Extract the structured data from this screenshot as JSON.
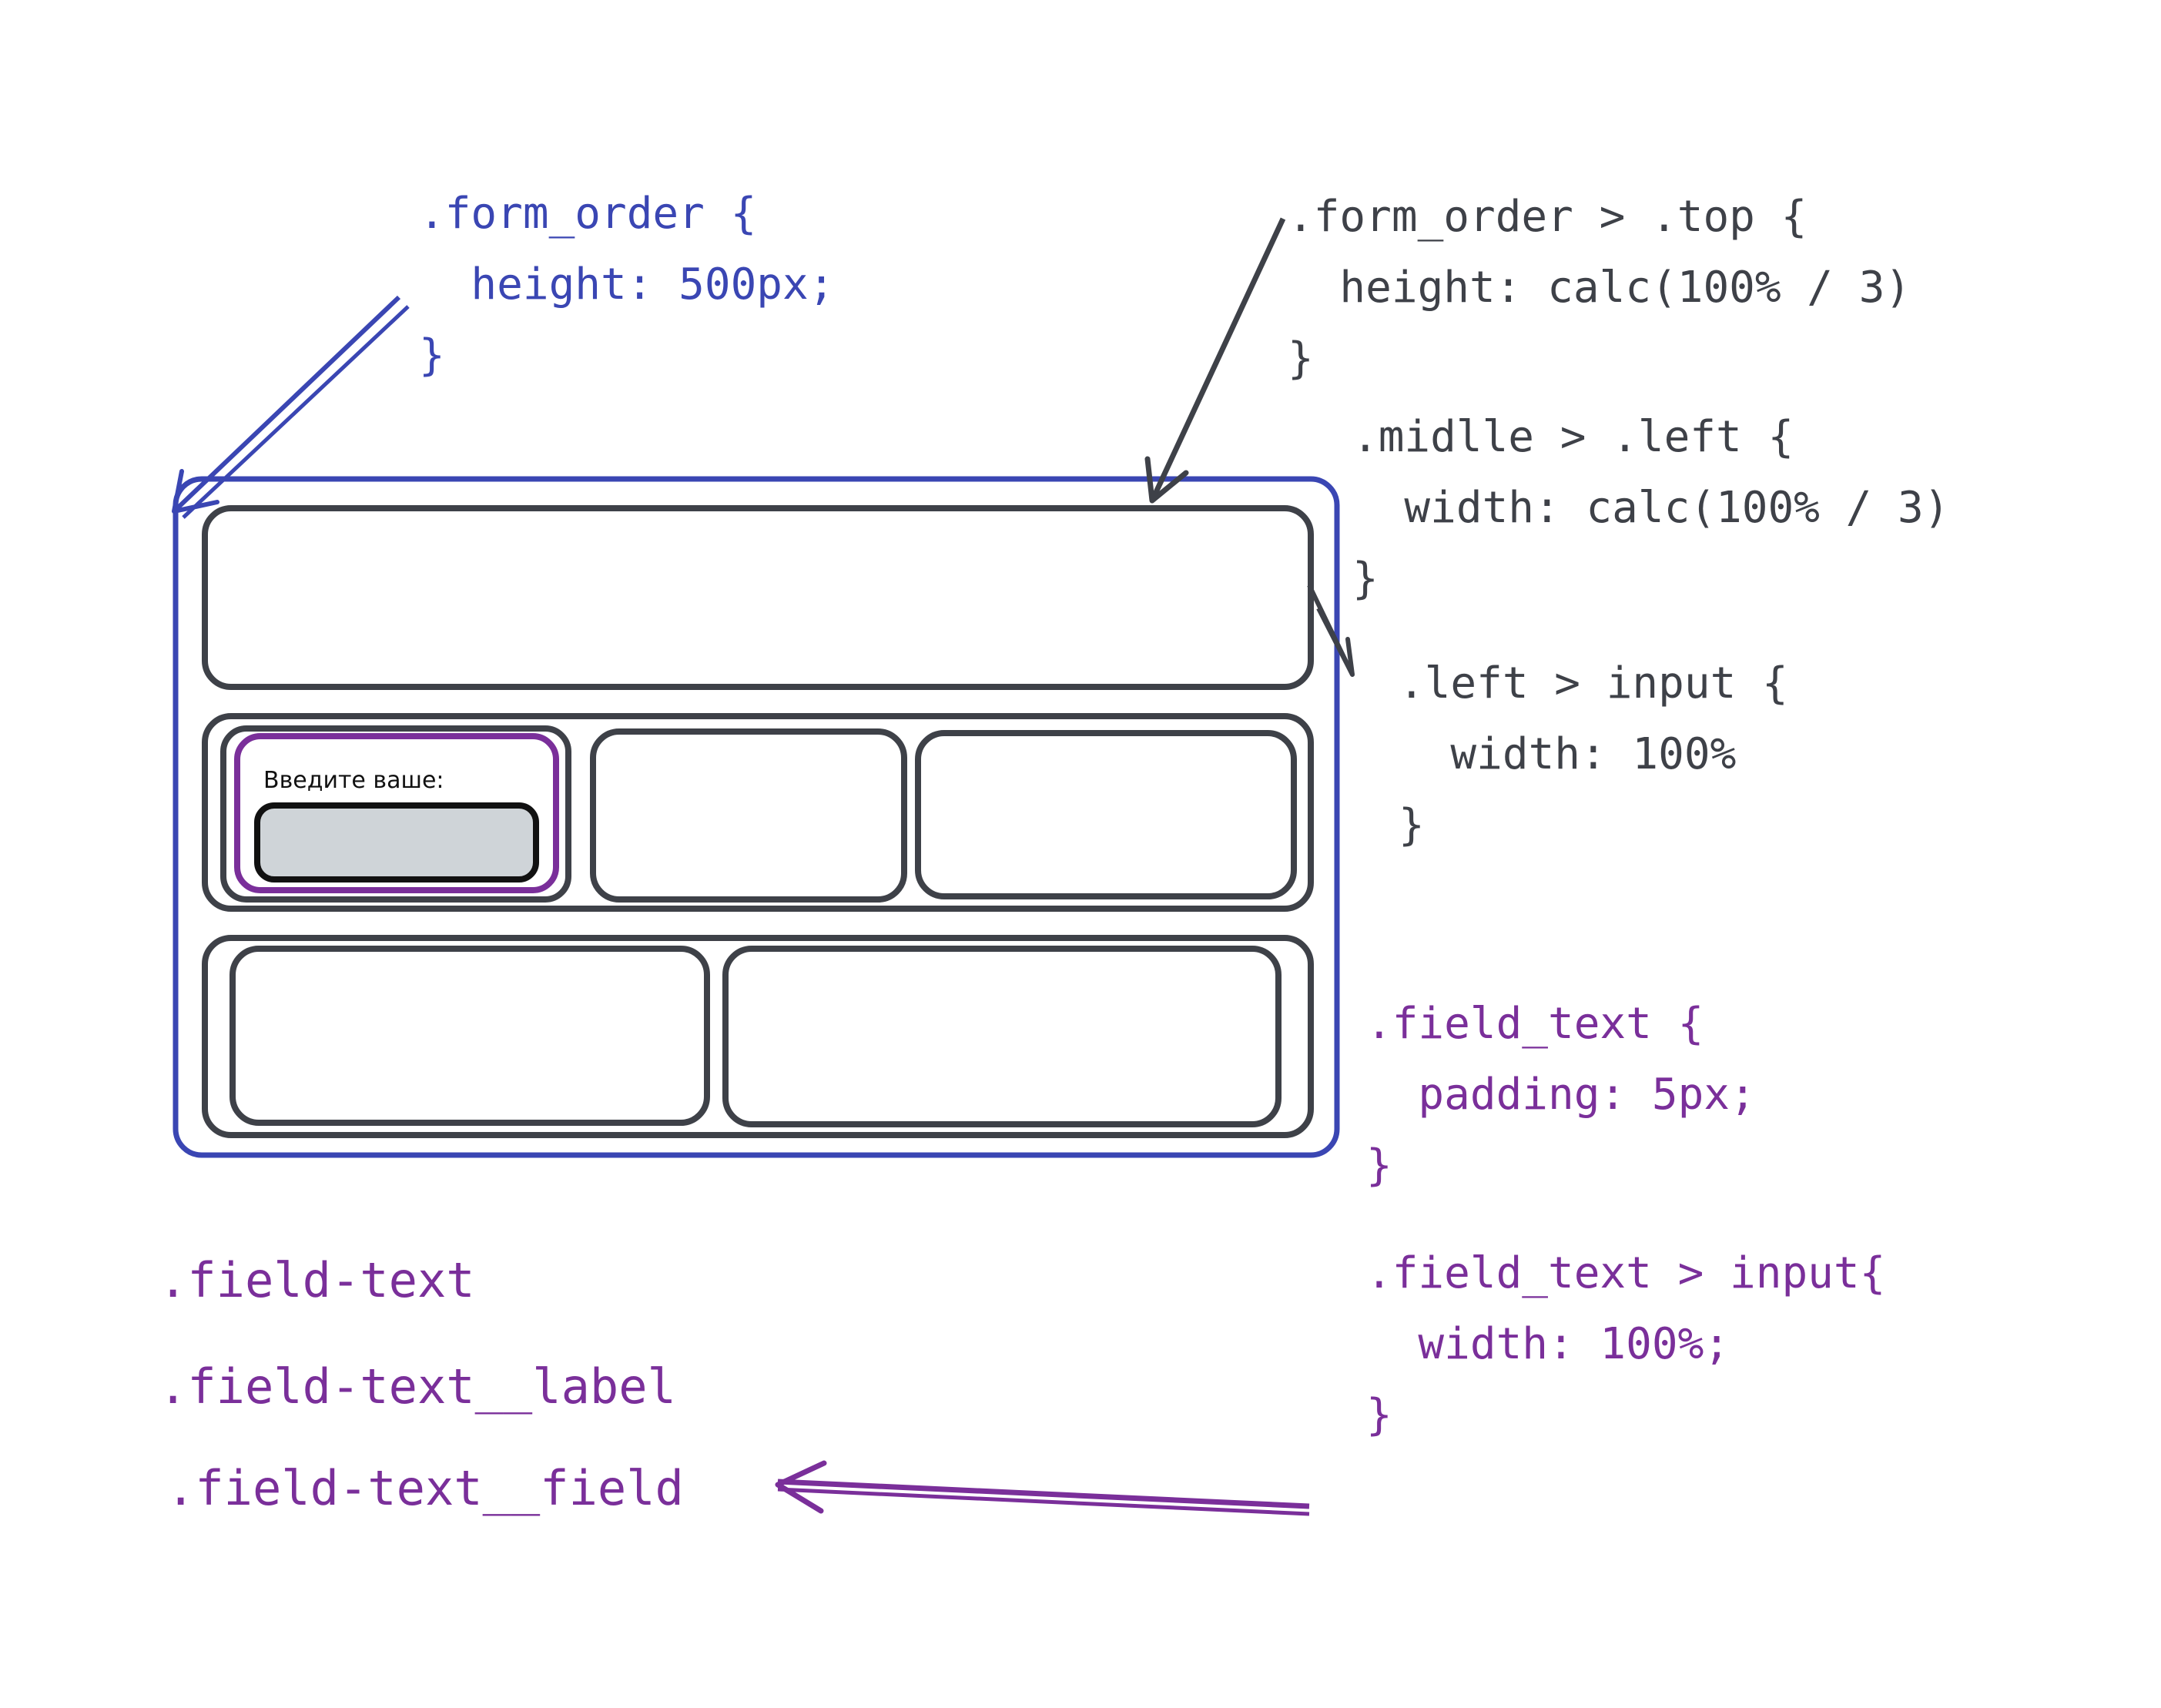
{
  "code_blocks": {
    "form_order": ".form_order {\n  height: 500px;\n}",
    "form_order_top": ".form_order > .top {\n  height: calc(100% / 3)\n}",
    "middle_left": ".midlle > .left {\n  width: calc(100% / 3)\n}",
    "left_input": ".left > input {\n  width: 100%\n}",
    "field_text": ".field_text {\n  padding: 5px;\n}",
    "field_text_input": ".field_text > input{\n  width: 100%;\n}"
  },
  "form_sketch": {
    "field_label": "Введите ваше:"
  },
  "bem_names": [
    ".field-text",
    ".field-text__label",
    ".field-text__field"
  ],
  "colors": {
    "blue": "#3a46b3",
    "gray": "#3e4148",
    "purple": "#7a2f9a",
    "input_fill": "#cfd4d8"
  }
}
